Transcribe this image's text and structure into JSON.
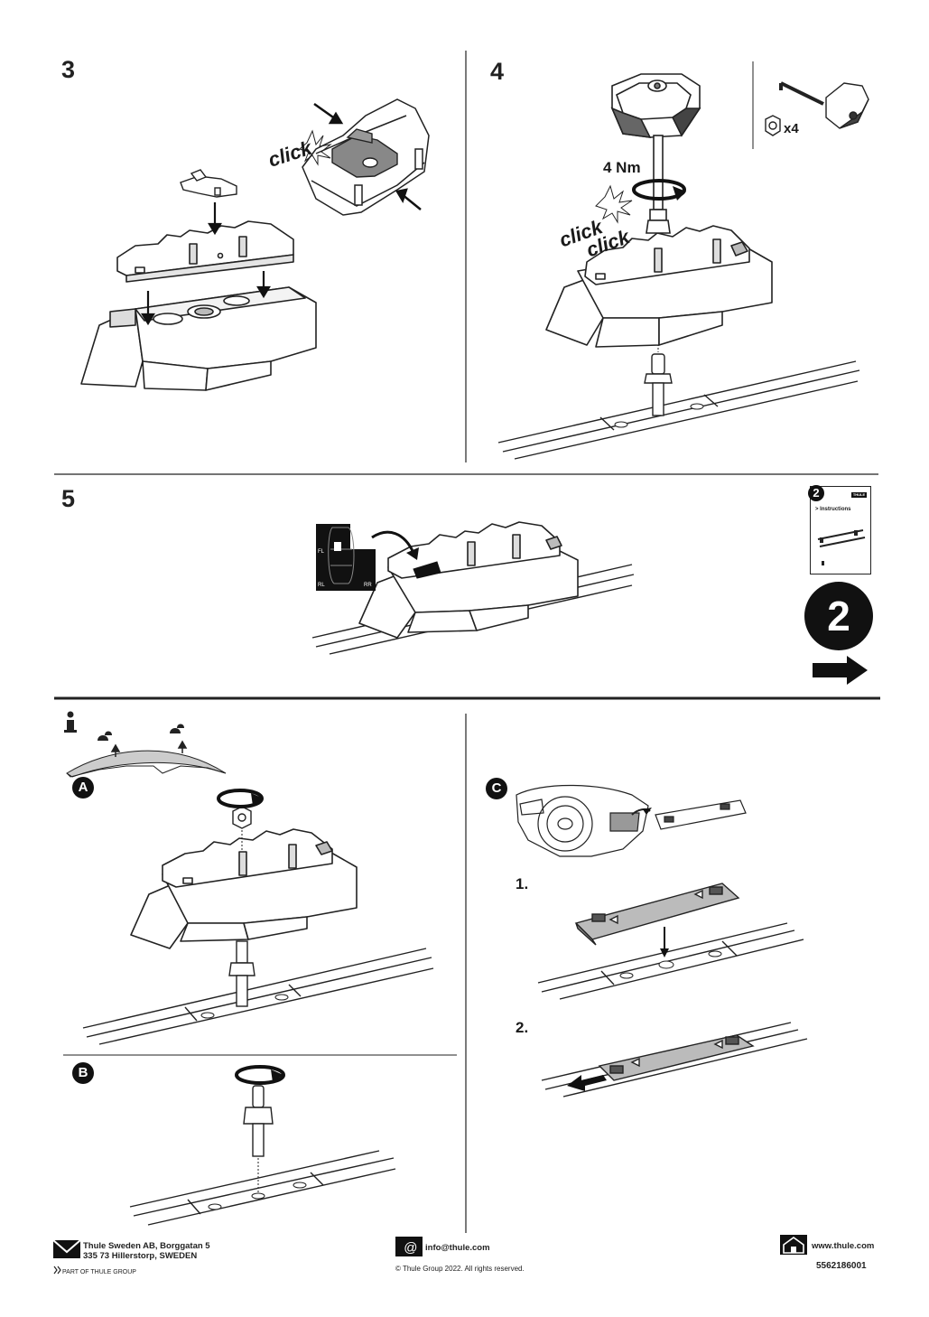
{
  "steps": {
    "s3": "3",
    "s4": "4",
    "s5": "5",
    "info": "i",
    "torque": "4 Nm",
    "click1": "click",
    "click2": "click",
    "click3": "click",
    "qty": "x4",
    "car_labels": {
      "fl": "FL",
      "rl": "RL",
      "rr": "RR"
    },
    "next_page": "2",
    "booklet": {
      "num": "2",
      "brand": "THULE",
      "title": "> Instructions"
    }
  },
  "info_panels": {
    "a": "A",
    "b": "B",
    "c": "C",
    "c1": "1.",
    "c2": "2."
  },
  "footer": {
    "address_line1": "Thule Sweden AB, Borggatan 5",
    "address_line2": "335 73 Hillerstorp, SWEDEN",
    "group": "PART OF THULE GROUP",
    "email": "info@thule.com",
    "copyright": "© Thule Group 2022. All rights reserved.",
    "web": "www.thule.com",
    "doc_number": "5562186001"
  },
  "icons": [
    "envelope-icon",
    "at-sign-icon",
    "house-icon",
    "arrow-right-icon",
    "double-chevron-icon"
  ]
}
